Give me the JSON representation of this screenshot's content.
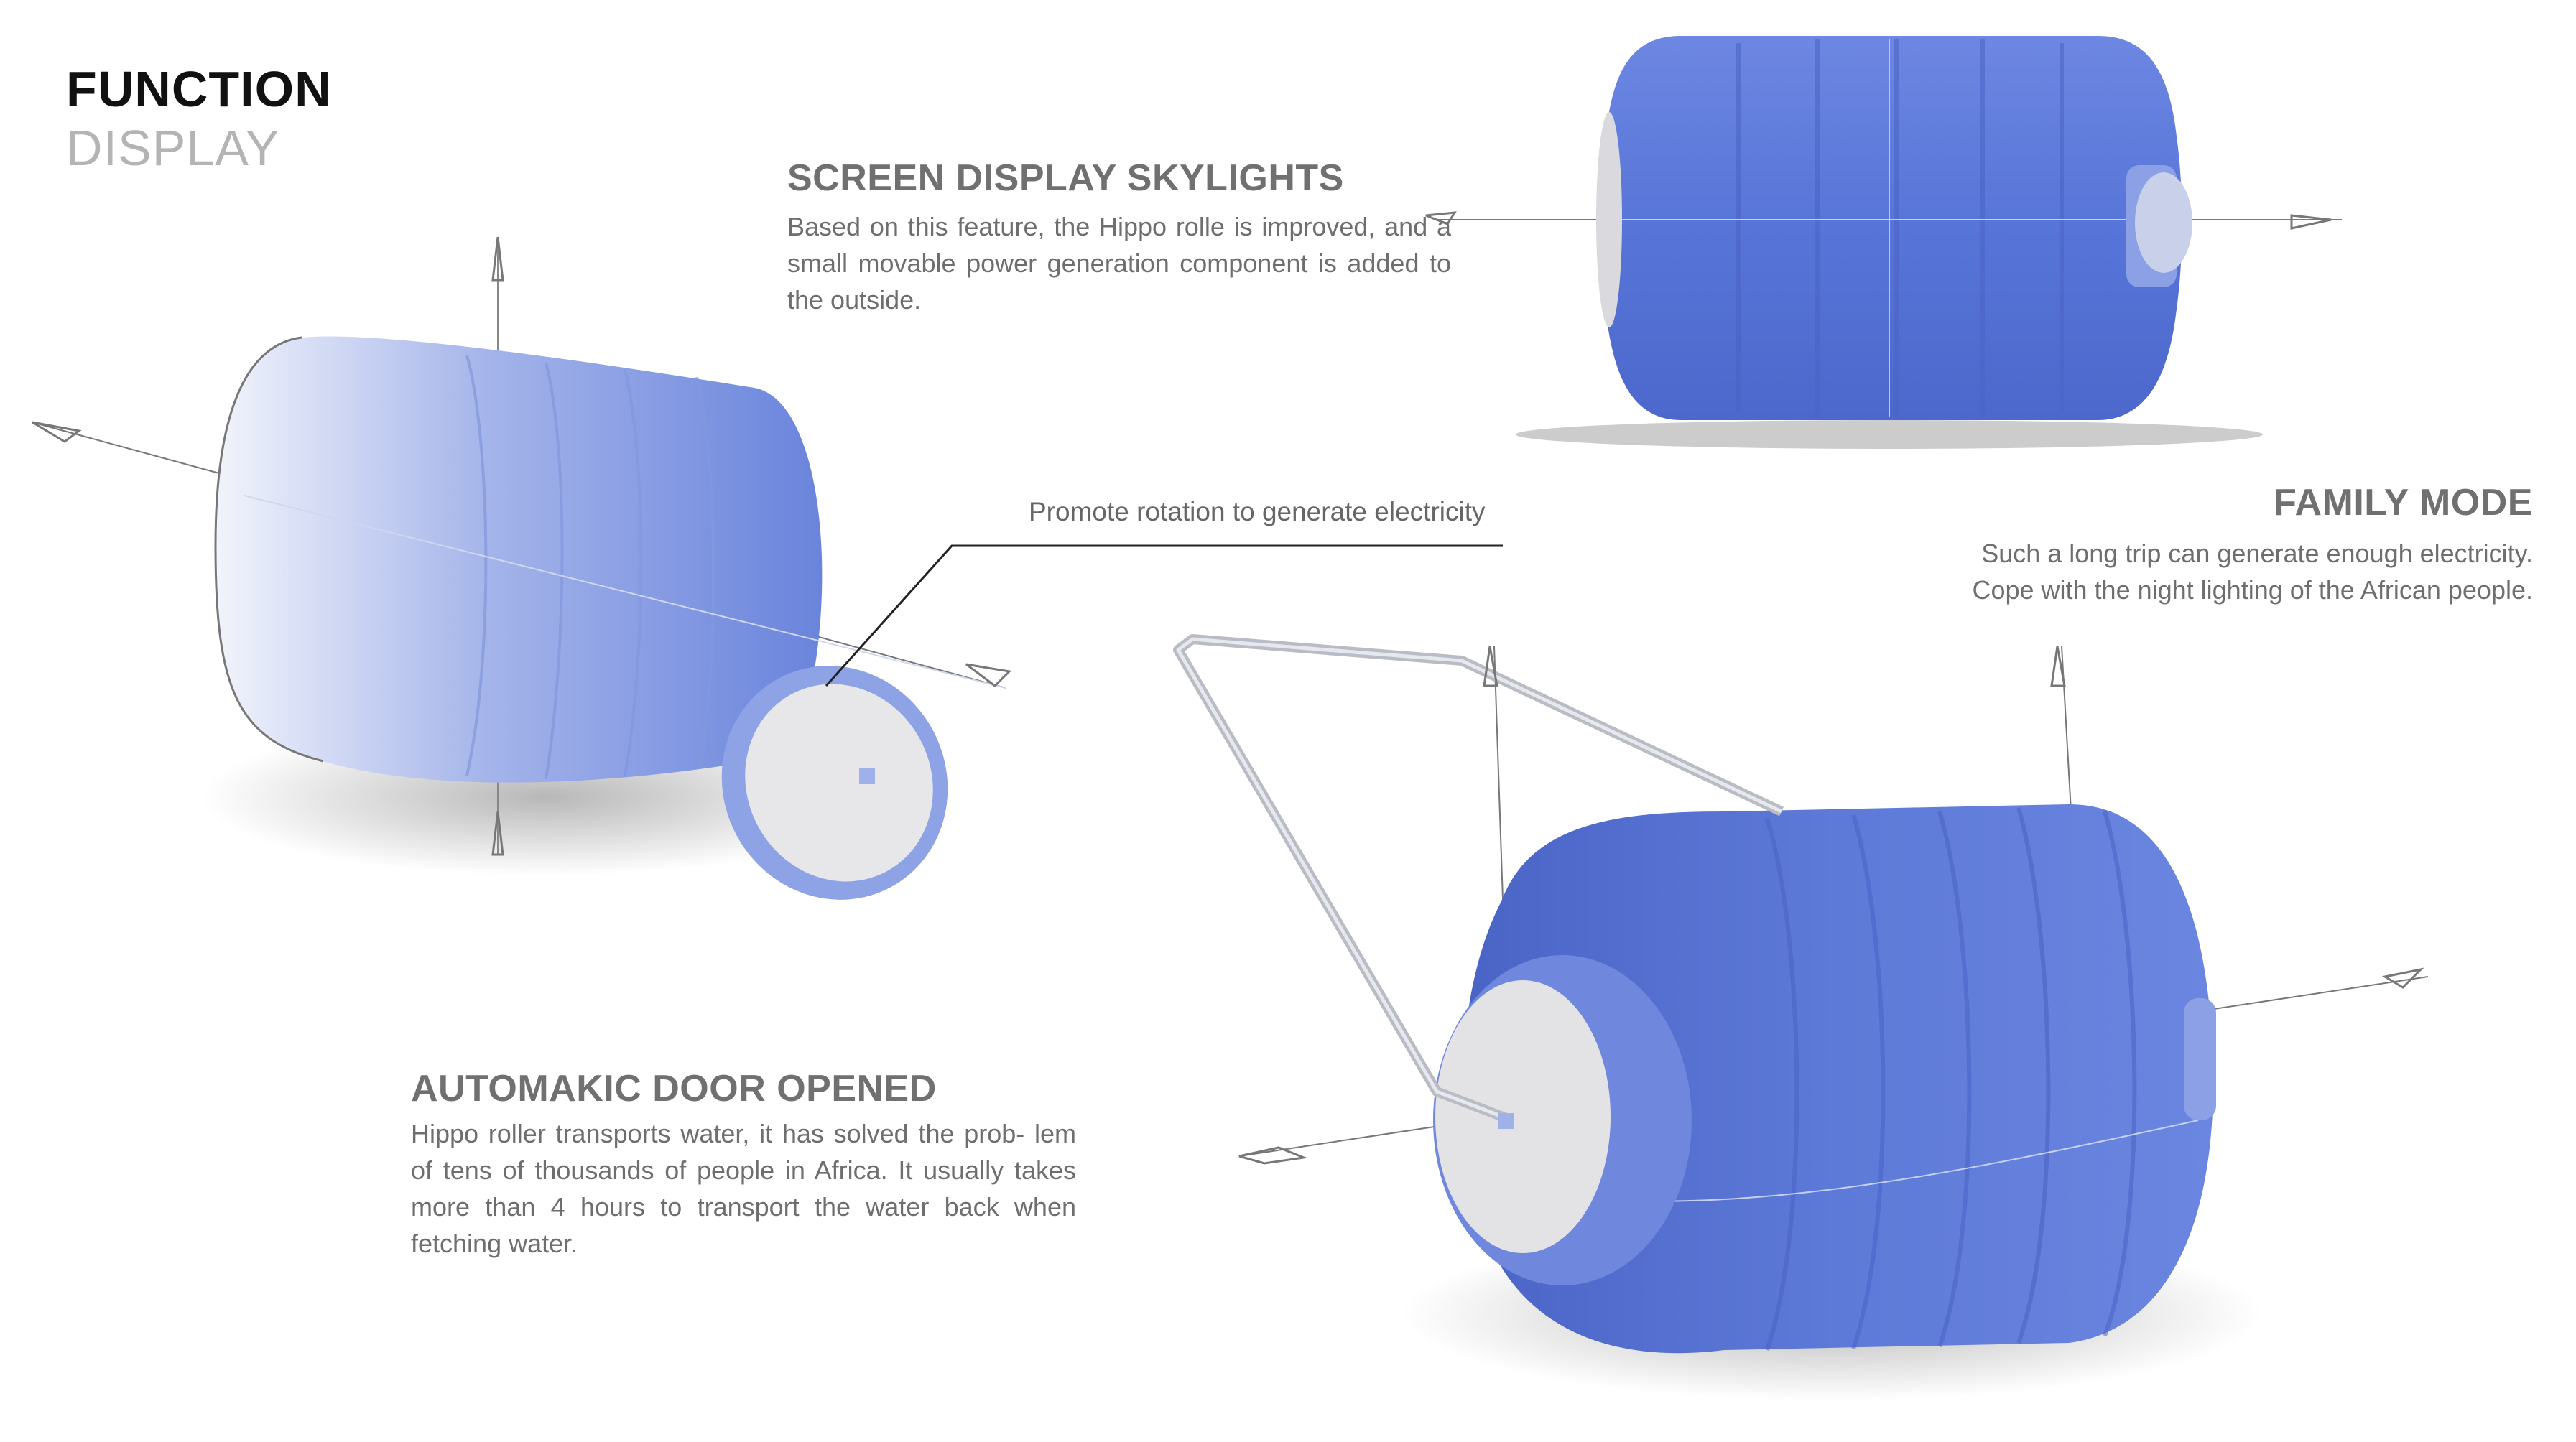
{
  "header": {
    "title_bold": "FUNCTION",
    "title_light": "DISPLAY"
  },
  "sections": {
    "skylights": {
      "heading": "SCREEN DISPLAY SKYLIGHTS",
      "body": "Based on this feature, the Hippo rolle is improved, and a small movable power generation component is added to the outside."
    },
    "rotation": {
      "callout": "Promote rotation to generate electricity"
    },
    "family": {
      "heading": "FAMILY MODE",
      "line1": "Such a long trip can generate enough electricity.",
      "line2": "Cope with the night lighting of the African people."
    },
    "door": {
      "heading": "AUTOMAKIC DOOR OPENED",
      "body": "Hippo roller transports water, it has solved the prob- lem of tens of thousands of people in Africa. It usually takes more than 4 hours to transport the water back when fetching water."
    }
  },
  "colors": {
    "drum_blue": "#5e7ad8",
    "drum_dark": "#4862c4",
    "handle_grey": "#b9bcc4",
    "cap_white": "#e6e6ea"
  }
}
